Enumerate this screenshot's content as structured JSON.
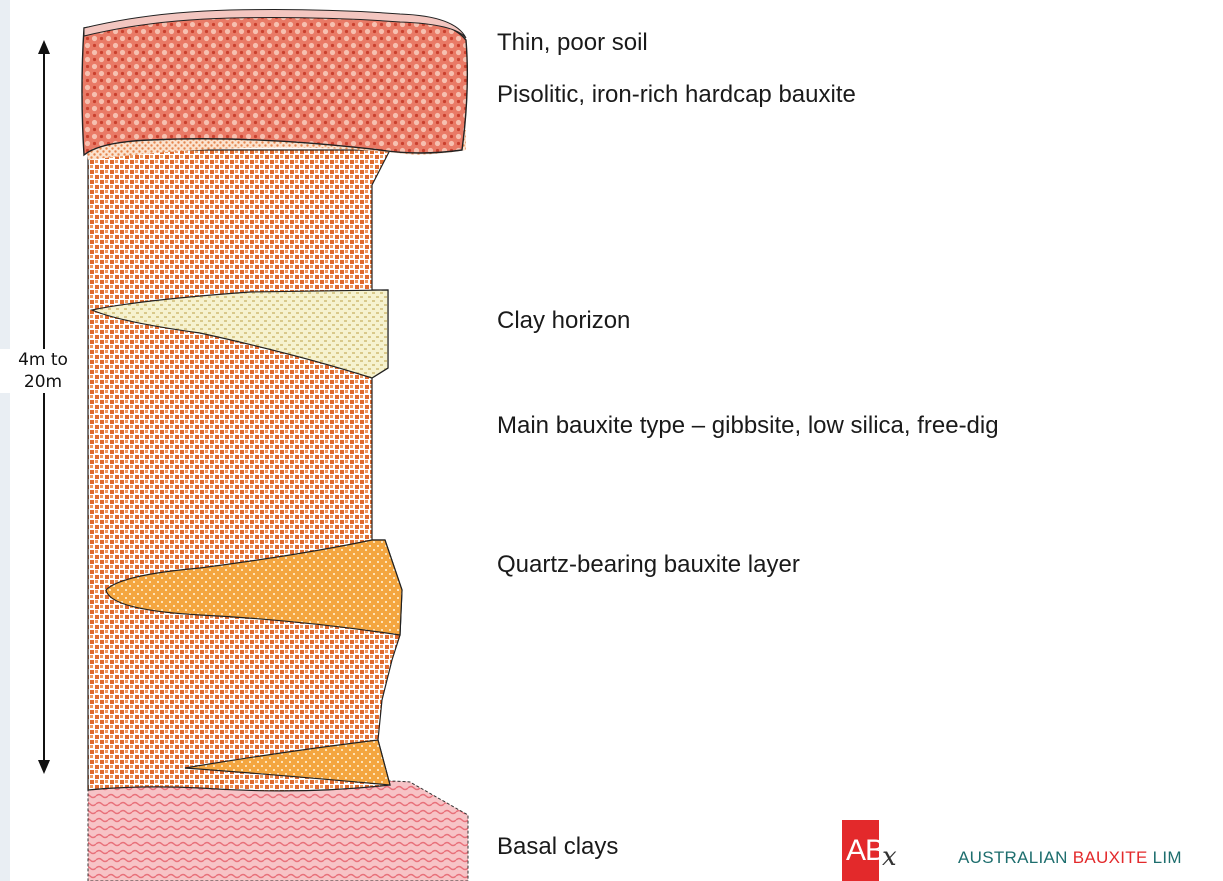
{
  "layers": {
    "soil": "Thin, poor soil",
    "hardcap": "Pisolitic, iron-rich hardcap bauxite",
    "clay_horizon": "Clay horizon",
    "main_bauxite": "Main bauxite type – gibbsite, low silica, free-dig",
    "quartz_layer": "Quartz-bearing bauxite layer",
    "basal_clays": "Basal clays"
  },
  "depth_range": {
    "line1": "4m to",
    "line2": "20m"
  },
  "logo": {
    "mark": "AB",
    "mark_suffix": "x",
    "company_word1": "AUSTRALIAN",
    "company_word2": "BAUXITE",
    "company_word3": "LIM"
  },
  "colors": {
    "main_bauxite": "#e06a2e",
    "hardcap": "#d94f3a",
    "clay_horizon": "#f3eec1",
    "quartz_layer": "#f4a640",
    "basal_clays": "#f08a8f",
    "soil": "#f3c6c0",
    "logo_red": "#e3292b",
    "logo_teal": "#1e6e6e"
  }
}
